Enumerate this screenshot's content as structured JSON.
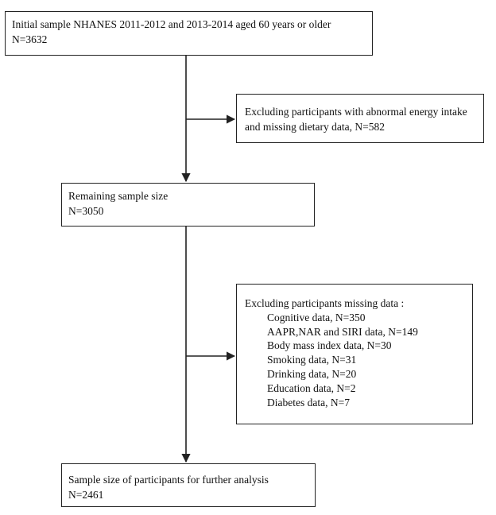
{
  "flowchart": {
    "initial": {
      "line1": "Initial sample NHANES 2011-2012 and 2013-2014 aged 60 years or older",
      "line2": "N=3632"
    },
    "exclusion1": {
      "line1": "Excluding participants with abnormal energy intake",
      "line2": "and missing dietary data, N=582"
    },
    "remaining": {
      "line1": "Remaining sample size",
      "line2": "N=3050"
    },
    "exclusion2": {
      "heading": "Excluding participants missing data :",
      "items": [
        "Cognitive data, N=350",
        "AAPR,NAR and SIRI data, N=149",
        "Body mass index data, N=30",
        "Smoking data, N=31",
        "Drinking data, N=20",
        "Education data, N=2",
        "Diabetes data, N=7"
      ]
    },
    "final": {
      "line1": "Sample size of participants for further analysis",
      "line2": "N=2461"
    }
  }
}
